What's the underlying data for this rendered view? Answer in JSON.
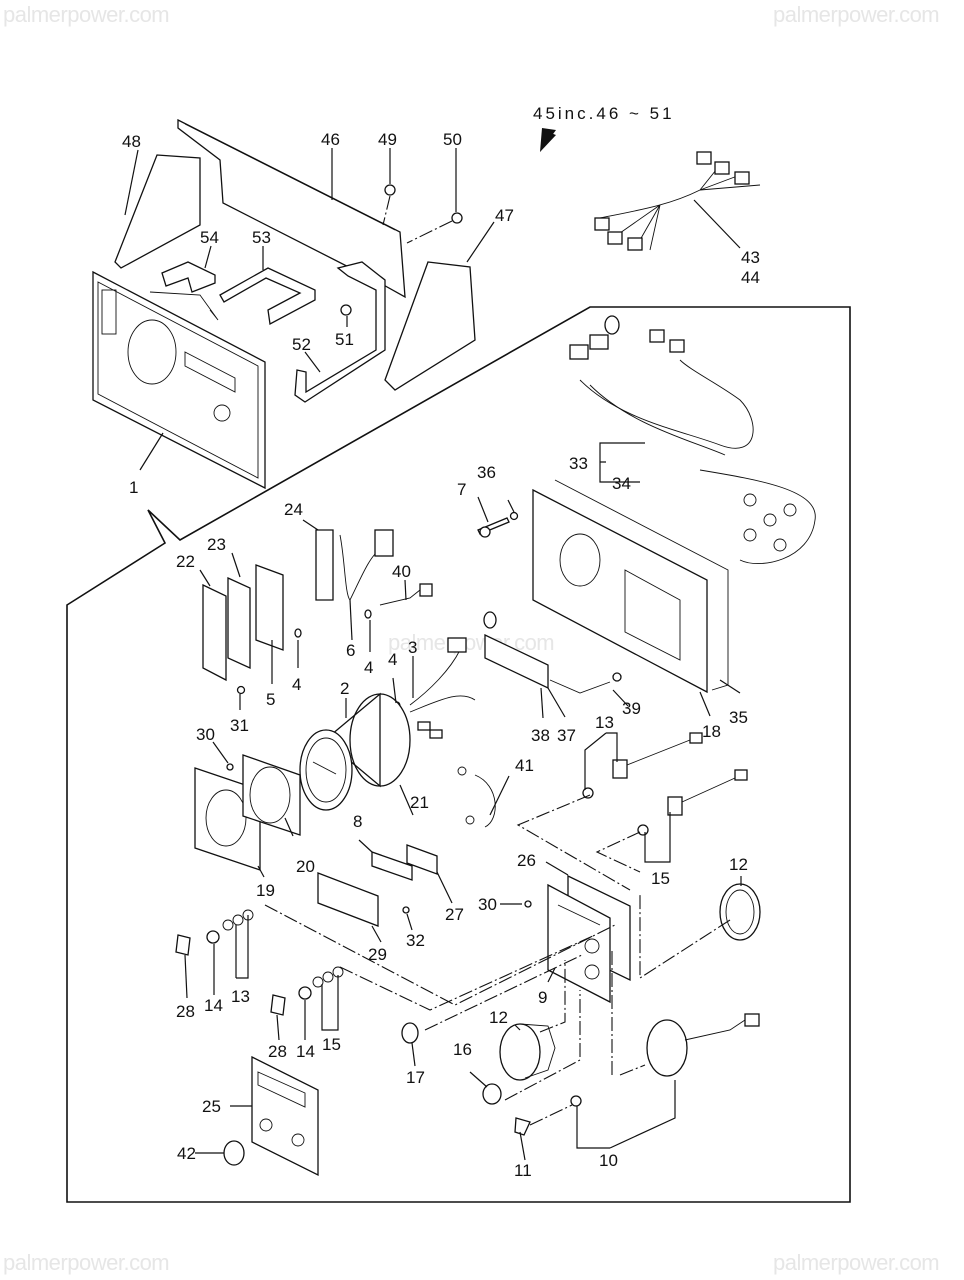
{
  "watermarks": {
    "top_left": "palmerpower.com",
    "top_right": "palmerpower.com",
    "bottom_left": "palmerpower.com",
    "bottom_right": "palmerpower.com",
    "center": "palmerpower.com"
  },
  "note": {
    "text": "45inc.46 ~ 51"
  },
  "callouts": [
    {
      "id": "48",
      "text": "48"
    },
    {
      "id": "46",
      "text": "46"
    },
    {
      "id": "49",
      "text": "49"
    },
    {
      "id": "50",
      "text": "50"
    },
    {
      "id": "47",
      "text": "47"
    },
    {
      "id": "54",
      "text": "54"
    },
    {
      "id": "53",
      "text": "53"
    },
    {
      "id": "52",
      "text": "52"
    },
    {
      "id": "51",
      "text": "51"
    },
    {
      "id": "43",
      "text": "43"
    },
    {
      "id": "44",
      "text": "44"
    },
    {
      "id": "1",
      "text": "1"
    },
    {
      "id": "33",
      "text": "33"
    },
    {
      "id": "34",
      "text": "34"
    },
    {
      "id": "7",
      "text": "7"
    },
    {
      "id": "36",
      "text": "36"
    },
    {
      "id": "24",
      "text": "24"
    },
    {
      "id": "23",
      "text": "23"
    },
    {
      "id": "22",
      "text": "22"
    },
    {
      "id": "40",
      "text": "40"
    },
    {
      "id": "6",
      "text": "6"
    },
    {
      "id": "4a",
      "text": "4"
    },
    {
      "id": "4b",
      "text": "4"
    },
    {
      "id": "4c",
      "text": "4"
    },
    {
      "id": "3",
      "text": "3"
    },
    {
      "id": "5",
      "text": "5"
    },
    {
      "id": "31",
      "text": "31"
    },
    {
      "id": "2",
      "text": "2"
    },
    {
      "id": "39",
      "text": "39"
    },
    {
      "id": "38",
      "text": "38"
    },
    {
      "id": "37",
      "text": "37"
    },
    {
      "id": "18",
      "text": "18"
    },
    {
      "id": "35",
      "text": "35"
    },
    {
      "id": "30a",
      "text": "30"
    },
    {
      "id": "21",
      "text": "21"
    },
    {
      "id": "41",
      "text": "41"
    },
    {
      "id": "13a",
      "text": "13"
    },
    {
      "id": "15a",
      "text": "15"
    },
    {
      "id": "8",
      "text": "8"
    },
    {
      "id": "20",
      "text": "20"
    },
    {
      "id": "19",
      "text": "19"
    },
    {
      "id": "26",
      "text": "26"
    },
    {
      "id": "27",
      "text": "27"
    },
    {
      "id": "30b",
      "text": "30"
    },
    {
      "id": "32",
      "text": "32"
    },
    {
      "id": "29",
      "text": "29"
    },
    {
      "id": "12a",
      "text": "12"
    },
    {
      "id": "28a",
      "text": "28"
    },
    {
      "id": "14a",
      "text": "14"
    },
    {
      "id": "13b",
      "text": "13"
    },
    {
      "id": "9",
      "text": "9"
    },
    {
      "id": "28b",
      "text": "28"
    },
    {
      "id": "14b",
      "text": "14"
    },
    {
      "id": "15b",
      "text": "15"
    },
    {
      "id": "12b",
      "text": "12"
    },
    {
      "id": "17",
      "text": "17"
    },
    {
      "id": "16",
      "text": "16"
    },
    {
      "id": "25",
      "text": "25"
    },
    {
      "id": "42",
      "text": "42"
    },
    {
      "id": "11",
      "text": "11"
    },
    {
      "id": "10",
      "text": "10"
    }
  ]
}
